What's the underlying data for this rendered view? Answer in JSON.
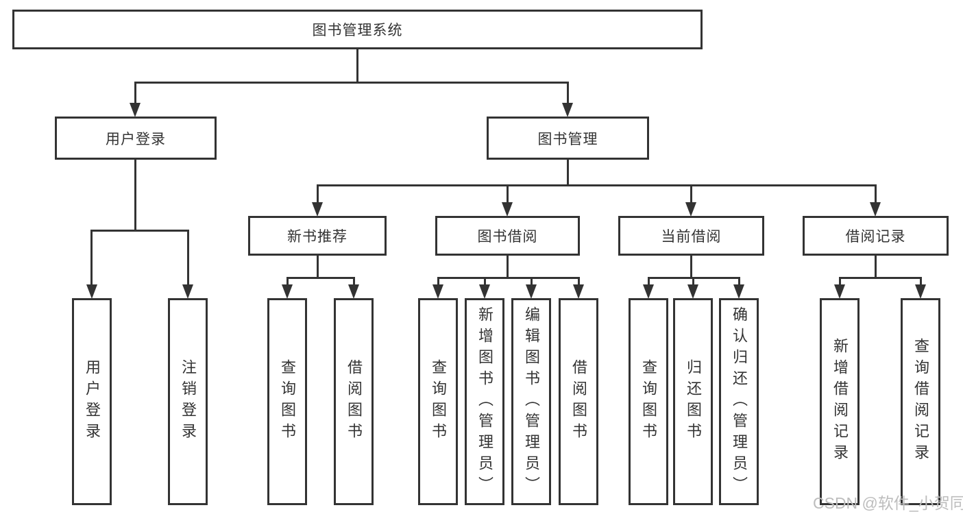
{
  "nodes": {
    "root": {
      "label": "图书管理系统"
    },
    "user_login": {
      "label": "用户登录"
    },
    "book_mgmt": {
      "label": "图书管理"
    },
    "new_book_rec": {
      "label": "新书推荐"
    },
    "book_borrow": {
      "label": "图书借阅"
    },
    "current_borrow": {
      "label": "当前借阅"
    },
    "borrow_record": {
      "label": "借阅记录"
    },
    "leaf_user_login": {
      "label": "用户登录"
    },
    "leaf_logout": {
      "label": "注销登录"
    },
    "leaf_query_books_1": {
      "label": "查询图书"
    },
    "leaf_borrow_books_1": {
      "label": "借阅图书"
    },
    "leaf_query_books_2": {
      "label": "查询图书"
    },
    "leaf_add_books": {
      "label": "新增图书（管理员）"
    },
    "leaf_edit_books": {
      "label": "编辑图书（管理员）"
    },
    "leaf_borrow_books_2": {
      "label": "借阅图书"
    },
    "leaf_query_books_3": {
      "label": "查询图书"
    },
    "leaf_return_books": {
      "label": "归还图书"
    },
    "leaf_confirm_return": {
      "label": "确认归还（管理员）"
    },
    "leaf_add_record": {
      "label": "新增借阅记录"
    },
    "leaf_query_record": {
      "label": "查询借阅记录"
    }
  },
  "hierarchy": {
    "图书管理系统": {
      "用户登录": [
        "用户登录",
        "注销登录"
      ],
      "图书管理": {
        "新书推荐": [
          "查询图书",
          "借阅图书"
        ],
        "图书借阅": [
          "查询图书",
          "新增图书（管理员）",
          "编辑图书（管理员）",
          "借阅图书"
        ],
        "当前借阅": [
          "查询图书",
          "归还图书",
          "确认归还（管理员）"
        ],
        "借阅记录": [
          "新增借阅记录",
          "查询借阅记录"
        ]
      }
    }
  },
  "watermark": {
    "text": "CSDN @软件_小贺同学"
  },
  "colors": {
    "line": "#333333",
    "text": "#333333",
    "box_background": "#ffffff",
    "page_background": "#ffffff",
    "watermark": "#bdbdbd"
  }
}
